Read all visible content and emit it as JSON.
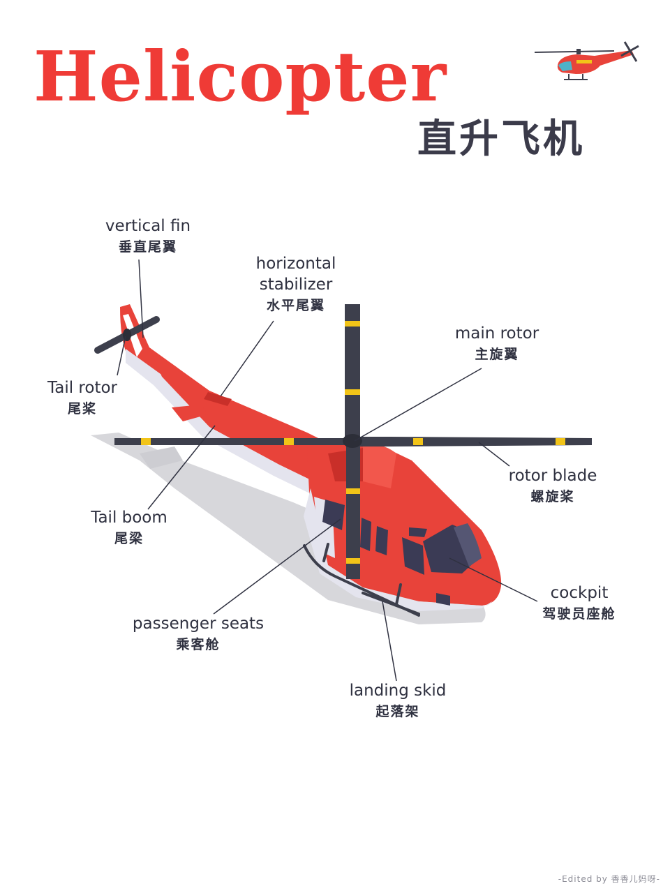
{
  "title": {
    "en": "Helicopter",
    "zh": "直升飞机"
  },
  "labels": {
    "vertical_fin": {
      "en": "vertical fin",
      "zh": "垂直尾翼"
    },
    "horizontal_stabilizer": {
      "en_line1": "horizontal",
      "en_line2": "stabilizer",
      "zh": "水平尾翼"
    },
    "main_rotor": {
      "en": "main rotor",
      "zh": "主旋翼"
    },
    "tail_rotor": {
      "en": "Tail rotor",
      "zh": "尾桨"
    },
    "rotor_blade": {
      "en": "rotor blade",
      "zh": "螺旋桨"
    },
    "tail_boom": {
      "en": "Tail boom",
      "zh": "尾梁"
    },
    "cockpit": {
      "en": "cockpit",
      "zh": "驾驶员座舱"
    },
    "passenger_seats": {
      "en": "passenger seats",
      "zh": "乘客舱"
    },
    "landing_skid": {
      "en": "landing skid",
      "zh": "起落架"
    }
  },
  "credit": "-Edited by 香香儿妈呀-",
  "colors": {
    "title_red": "#ef3b36",
    "body_red": "#e8433a",
    "body_white": "#e4e4ee",
    "rotor_dark": "#3d3f4c",
    "rotor_stripe": "#f2c418",
    "shadow": "#d2d2d6",
    "text": "#2f3140"
  }
}
